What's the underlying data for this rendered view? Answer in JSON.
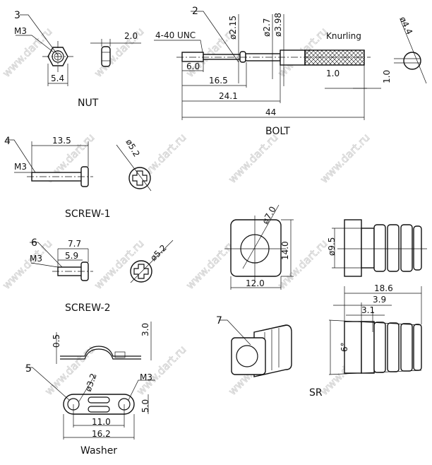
{
  "watermark": "www.dart.ru",
  "nut": {
    "callout": "3",
    "thread": "M3",
    "width": "5.4",
    "thickness": "2.0",
    "title": "NUT"
  },
  "bolt": {
    "callout": "2",
    "thread": "4-40 UNC",
    "d1": "ø2.15",
    "d2": "ø2.7",
    "d3": "ø3.98",
    "knurl": "Knurling",
    "d4": "ø4.4",
    "l_thread": "6.0",
    "l1": "16.5",
    "l2": "24.1",
    "l_total": "44",
    "slot_depth": "1.0",
    "slot_width": "1.0",
    "title": "BOLT"
  },
  "screw1": {
    "callout": "4",
    "length": "13.5",
    "thread": "M3",
    "head_d": "ø5.2",
    "title": "SCREW-1"
  },
  "screw2": {
    "callout": "6",
    "length": "7.7",
    "shank": "5.9",
    "thread": "M3",
    "head_d": "ø5.2",
    "title": "SCREW-2"
  },
  "washer": {
    "callout": "5",
    "thickness": "0.5",
    "height": "3.0",
    "hole_d": "ø3.2",
    "thread": "M3",
    "pitch": "11.0",
    "length": "16.2",
    "width": "5.0",
    "title": "Washer"
  },
  "sr": {
    "callout": "7",
    "hole_d": "ø7.0",
    "height": "14.0",
    "width": "12.0",
    "body_d": "ø9.5",
    "length": "18.6",
    "l1": "3.9",
    "l2": "3.1",
    "angle": "6°",
    "title": "SR"
  }
}
